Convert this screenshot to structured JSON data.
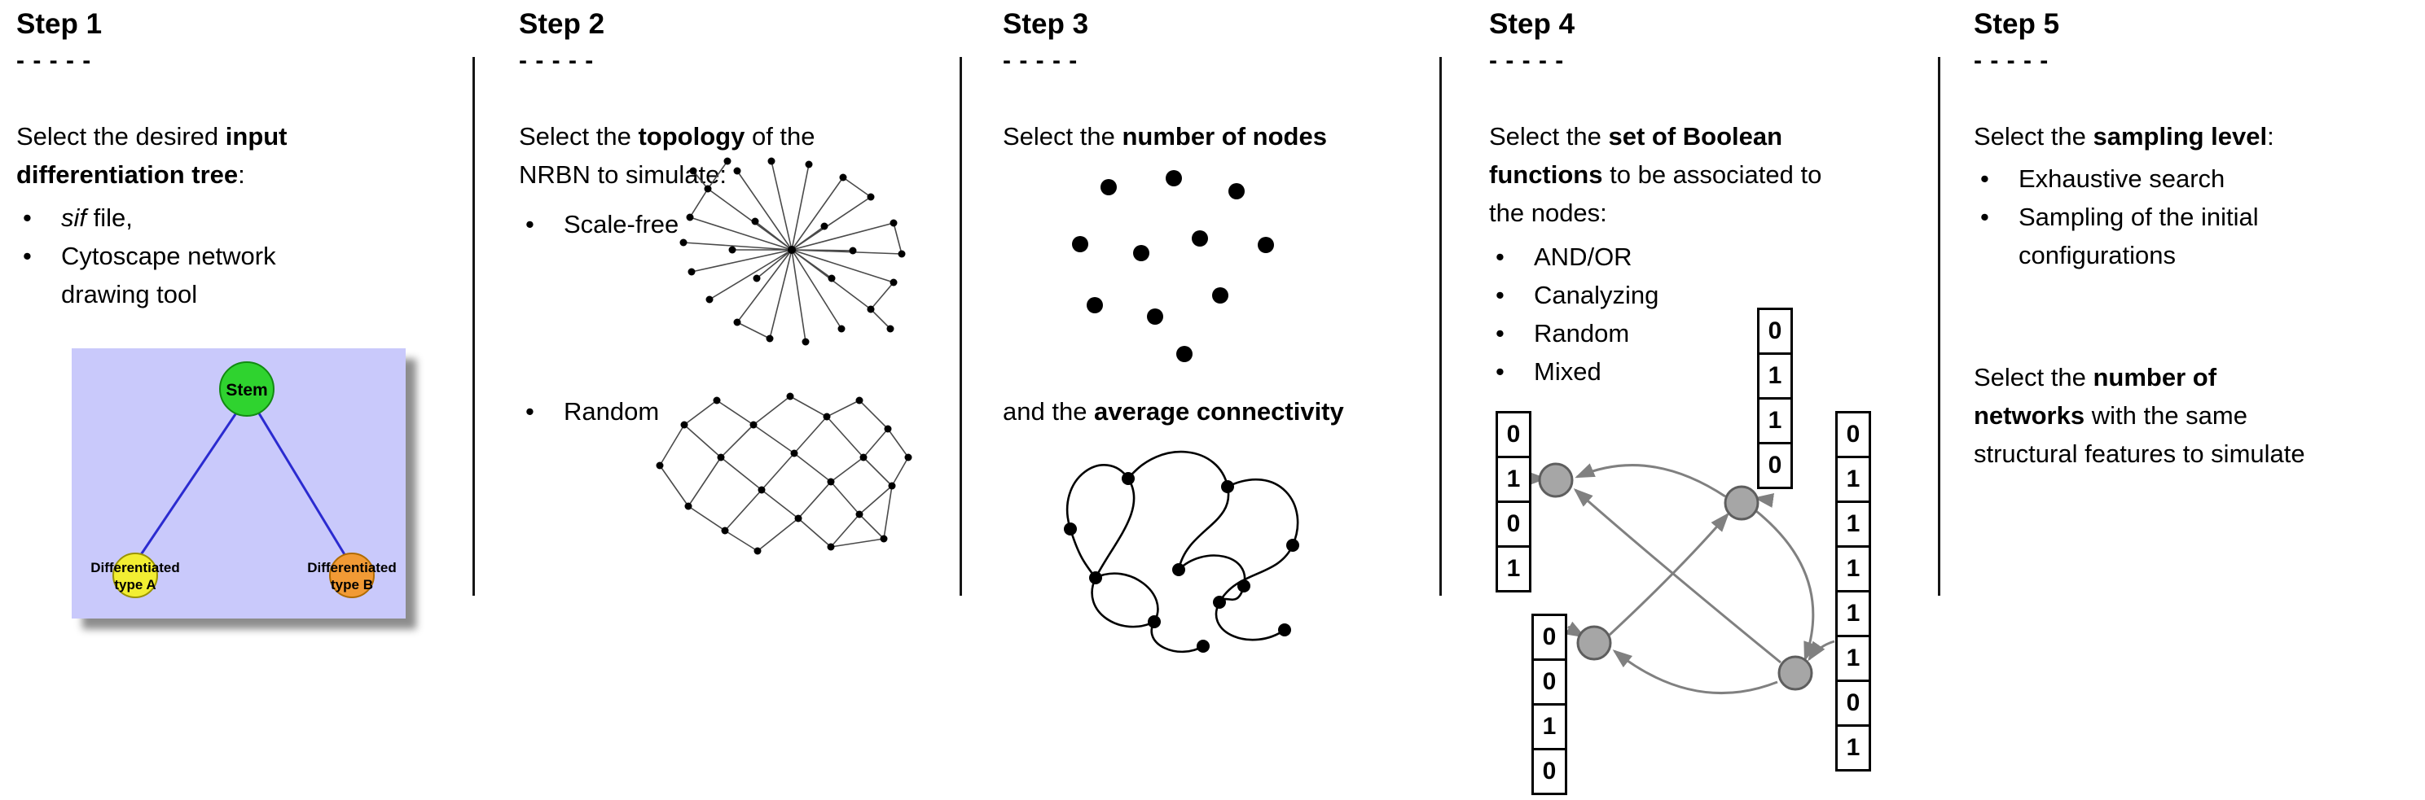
{
  "ui": {
    "bullet": "•"
  },
  "steps": [
    {
      "title": "Step 1",
      "dashes": "- - - - -",
      "intro": {
        "pre": "Select the desired ",
        "bold": "input differentiation tree",
        "post": ":"
      },
      "bullets": [
        {
          "italic": "sif",
          "rest": " file,"
        },
        {
          "text": "Cytoscape network drawing tool"
        }
      ],
      "tree": {
        "stem_label": "Stem",
        "type_a_line1": "Differentiated",
        "type_a_line2": "type A",
        "type_b_line1": "Differentiated",
        "type_b_line2": "type B",
        "colors": {
          "background": "#c9c9fb",
          "stem": "#2fd32f",
          "type_a": "#f2ee32",
          "type_b": "#f19a35",
          "edge": "#2b2bd0"
        }
      }
    },
    {
      "title": "Step 2",
      "dashes": "- - - - -",
      "intro": {
        "pre": "Select the ",
        "bold": "topology",
        "post": " of the NRBN to simulate:"
      },
      "bullets": [
        {
          "text": "Scale-free"
        },
        {
          "text": "Random"
        }
      ]
    },
    {
      "title": "Step 3",
      "dashes": "- - - - -",
      "line1": {
        "pre": "Select the ",
        "bold": "number of nodes",
        "post": ""
      },
      "line2": {
        "pre": "and the ",
        "bold": "average connectivity",
        "post": ""
      }
    },
    {
      "title": "Step 4",
      "dashes": "- - - - -",
      "intro": {
        "pre": "Select the ",
        "bold": "set of Boolean functions",
        "post": " to be associated to the nodes:"
      },
      "bullets": [
        {
          "text": "AND/OR"
        },
        {
          "text": "Canalyzing"
        },
        {
          "text": "Random"
        },
        {
          "text": "Mixed"
        }
      ],
      "truth_tables": {
        "left": [
          "0",
          "1",
          "0",
          "1"
        ],
        "top": [
          "0",
          "1",
          "1",
          "0"
        ],
        "right": [
          "0",
          "1",
          "1",
          "1",
          "1",
          "1",
          "0",
          "1"
        ],
        "bottom": [
          "0",
          "0",
          "1",
          "0"
        ]
      },
      "colors": {
        "node_fill": "#a6a6a6",
        "node_stroke": "#5e5e5e",
        "arrow": "#808080"
      }
    },
    {
      "title": "Step 5",
      "dashes": "- - - - -",
      "intro": {
        "pre": "Select the ",
        "bold": "sampling level",
        "post": ":"
      },
      "bullets": [
        {
          "text": "Exhaustive search"
        },
        {
          "text": "Sampling of the initial configurations"
        }
      ],
      "closing": {
        "pre": "Select the ",
        "bold": "number of networks",
        "post": " with the same structural features to simulate"
      }
    }
  ]
}
